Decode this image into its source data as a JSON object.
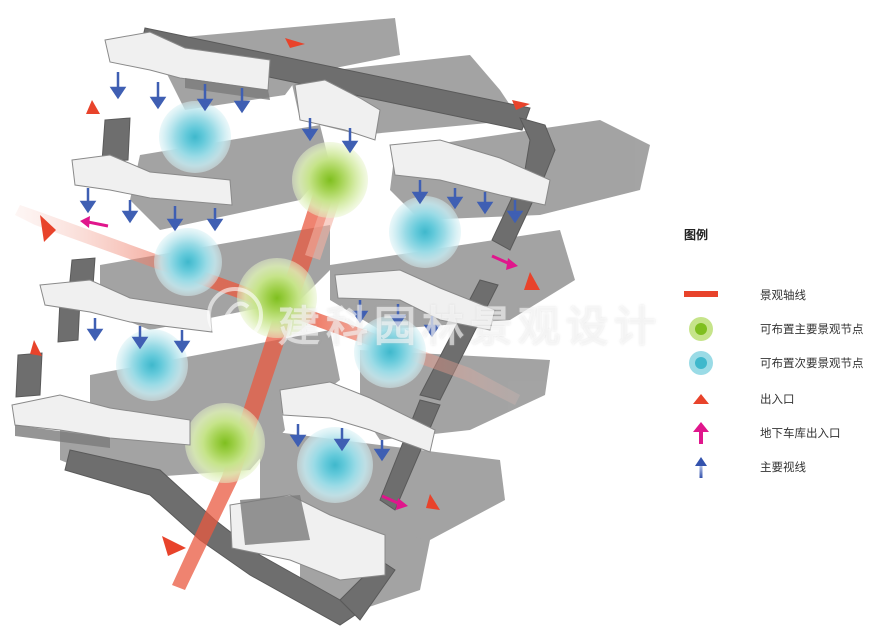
{
  "legend": {
    "title": "图例",
    "items": [
      {
        "key": "axis",
        "label": "景观轴线",
        "icon": "red-bar-icon",
        "color": "#e8432b"
      },
      {
        "key": "major_node",
        "label": "可布置主要景观节点",
        "icon": "green-node-icon",
        "color": "#8cc63f"
      },
      {
        "key": "minor_node",
        "label": "可布置次要景观节点",
        "icon": "cyan-node-icon",
        "color": "#4fc3d6"
      },
      {
        "key": "entrance",
        "label": "出入口",
        "icon": "red-triangle-icon",
        "color": "#e8432b"
      },
      {
        "key": "garage",
        "label": "地下车库出入口",
        "icon": "magenta-arrow-icon",
        "color": "#e0168c"
      },
      {
        "key": "sightline",
        "label": "主要视线",
        "icon": "blue-arrow-icon",
        "color": "#3f5fb3"
      }
    ]
  },
  "watermark": {
    "text": "建科园林景观设计"
  },
  "colors": {
    "building_light": "#f0f0f0",
    "building_dark": "#6e6e6e",
    "shadow": "#9a9a9a",
    "road": "#7a7a7a"
  }
}
